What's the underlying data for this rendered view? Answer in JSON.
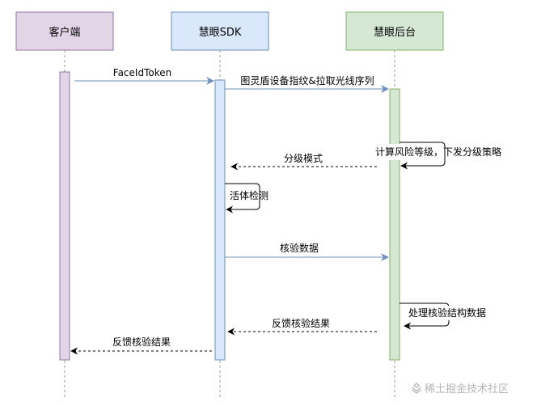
{
  "participants": {
    "client": {
      "label": "客户端",
      "fill": "#e1d5e7",
      "stroke": "#9673a6"
    },
    "sdk": {
      "label": "慧眼SDK",
      "fill": "#dae8fc",
      "stroke": "#6c8ebf"
    },
    "backend": {
      "label": "慧眼后台",
      "fill": "#d5e8d4",
      "stroke": "#82b366"
    }
  },
  "messages": {
    "m1": "FaceIdToken",
    "m2": "图灵盾设备指纹&拉取光线序列",
    "m3": "计算风险等级，下发分级策略",
    "m4": "分级模式",
    "m5": "活体检测",
    "m6": "核验数据",
    "m7": "处理核验结构数据",
    "m8": "反馈核验结果",
    "m9": "反馈核验结果"
  },
  "watermark": "稀土掘金技术社区",
  "colors": {
    "arrow": "#6c8ebf",
    "line": "#000000"
  }
}
